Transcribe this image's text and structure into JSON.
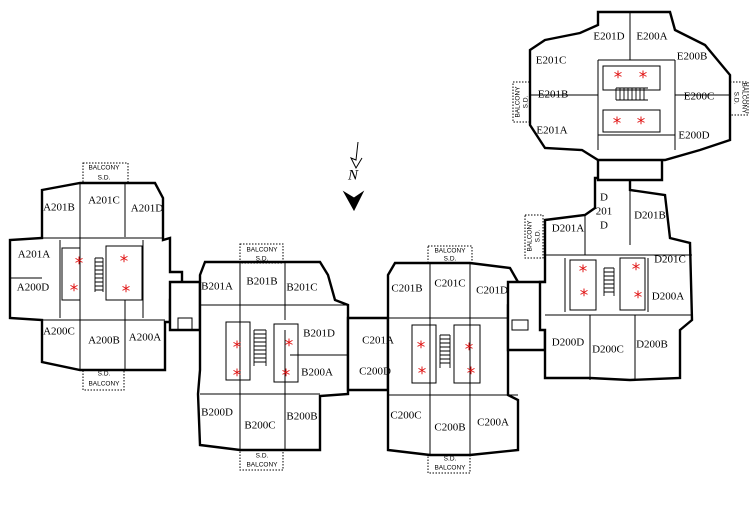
{
  "units": {
    "A201B": "A201B",
    "A201C": "A201C",
    "A201D": "A201D",
    "A201A": "A201A",
    "A200D": "A200D",
    "A200C": "A200C",
    "A200B": "A200B",
    "A200A": "A200A",
    "B201A": "B201A",
    "B201B": "B201B",
    "B201C": "B201C",
    "B201D": "B201D",
    "B200A": "B200A",
    "B200B": "B200B",
    "B200C": "B200C",
    "B200D": "B200D",
    "C201A": "C201A",
    "C201B": "C201B",
    "C201C": "C201C",
    "C201D": "C201D",
    "C200A": "C200A",
    "C200B": "C200B",
    "C200C": "C200C",
    "C200D": "C200D",
    "D201A": "D201A",
    "D201B": "D201B",
    "D201C": "D201C",
    "D201D_1": "D",
    "D201D_2": "201",
    "D201D_3": "D",
    "D200A": "D200A",
    "D200B": "D200B",
    "D200C": "D200C",
    "D200D": "D200D",
    "E201A": "E201A",
    "E201B": "E201B",
    "E201C": "E201C",
    "E201D": "E201D",
    "E200A": "E200A",
    "E200B": "E200B",
    "E200C": "E200C",
    "E200D": "E200D"
  },
  "balcony_text": "BALCONY",
  "sd_text": "S.D.",
  "star_symbol": "*",
  "north_label": "N",
  "colors": {
    "walls": "#000000",
    "marker": "#e01010",
    "background": "#ffffff"
  }
}
